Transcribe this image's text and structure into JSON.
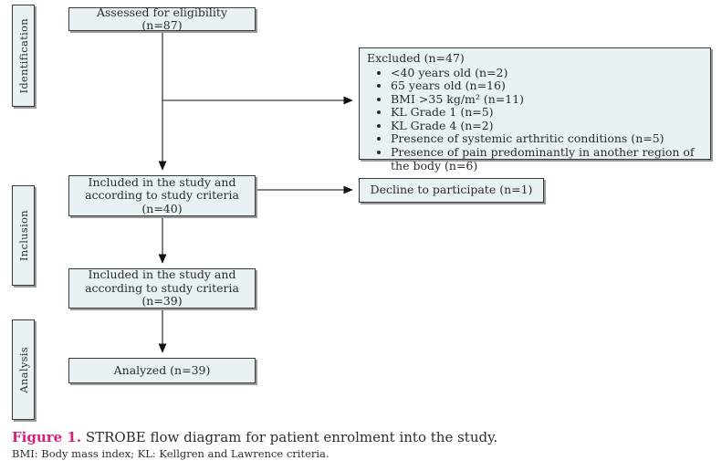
{
  "figure": {
    "caption_label": "Figure 1.",
    "caption_text": " STROBE flow diagram for patient enrolment into the study.",
    "footnote": "BMI: Body mass index; KL: Kellgren and Lawrence criteria."
  },
  "stages": [
    {
      "label": "Identification"
    },
    {
      "label": "Inclusion"
    },
    {
      "label": "Analysis"
    }
  ],
  "boxes": {
    "assessed": {
      "label": "Assessed for eligibility (n=87)"
    },
    "excluded": {
      "title": "Excluded (n=47)",
      "items": [
        "<40 years old (n=2)",
        "65 years old (n=16)",
        "BMI >35 kg/m² (n=11)",
        "KL Grade 1 (n=5)",
        "KL Grade 4 (n=2)",
        "Presence of systemic arthritic conditions (n=5)",
        "Presence of pain predominantly in another region of the body (n=6)"
      ]
    },
    "included_40": {
      "label": "Included in the study and according to study criteria (n=40)"
    },
    "decline": {
      "label": "Decline to participate (n=1)"
    },
    "included_39": {
      "label": "Included in the study and according to study criteria (n=39)"
    },
    "analyzed": {
      "label": "Analyzed (n=39)"
    }
  },
  "colors": {
    "box_fill": "#e8f2f5",
    "box_border": "#3a3a3a",
    "connector": "#3d3d3d",
    "figure_label": "#d61f7e"
  }
}
